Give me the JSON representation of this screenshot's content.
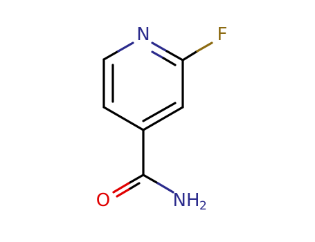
{
  "molecule": {
    "atoms": [
      {
        "id": "n1",
        "label": "N",
        "color": "#2b2b8c"
      },
      {
        "id": "f",
        "label": "F",
        "color": "#8c6b12"
      },
      {
        "id": "o",
        "label": "O",
        "color": "#e00000"
      },
      {
        "id": "nh2",
        "label": "NH",
        "subscript": "2",
        "color": "#2b2b8c"
      }
    ],
    "colors": {
      "bond": "#000000",
      "nitrogen": "#2b2b8c",
      "fluorine": "#8c6b12",
      "oxygen": "#e00000"
    }
  }
}
